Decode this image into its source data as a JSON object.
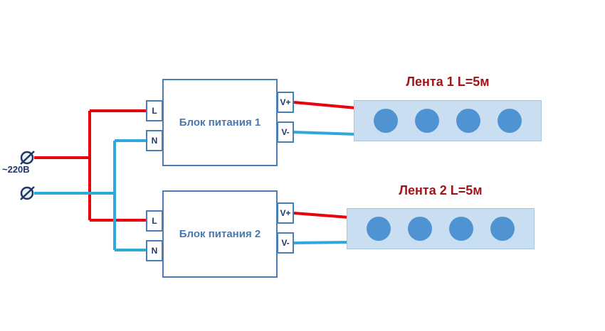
{
  "diagram": {
    "mains_label": "~220В",
    "psu1": {
      "title": "Блок питания 1",
      "in": [
        "L",
        "N"
      ],
      "out": [
        "V+",
        "V-"
      ]
    },
    "psu2": {
      "title": "Блок питания 2",
      "in": [
        "L",
        "N"
      ],
      "out": [
        "V+",
        "V-"
      ]
    },
    "strip1_label": "Лента 1 L=5м",
    "strip2_label": "Лента 2 L=5м",
    "leds_per_strip": 4,
    "colors": {
      "live_wire": "#e8000d",
      "neutral_wire": "#2fa8dc",
      "psu_border": "#4a7fb5",
      "psu_title_text": "#4978ad",
      "strip_fill": "#c9def0",
      "led_dot": "#4f93d3",
      "strip_label_text": "#a01518",
      "terminal_text": "#203864"
    }
  }
}
